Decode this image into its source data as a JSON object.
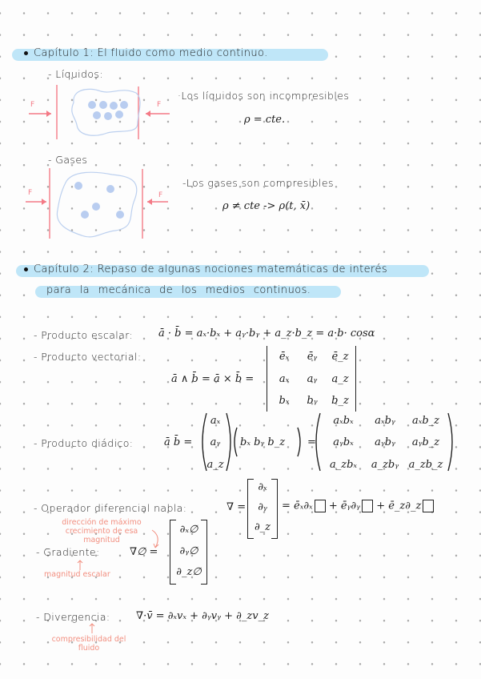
{
  "chapter1": {
    "title": "Capítulo 1: El fluido como medio continuo.",
    "liquids": {
      "label": "- Líquidos:",
      "note": "·Los líquidos son incompresibles",
      "formula": "ρ = cte.",
      "force_label": "F"
    },
    "gases": {
      "label": "- Gases",
      "note": "-Los gases son compresibles",
      "formula": "ρ ≠ cte  ->  ρ(t, x̄)",
      "force_label": "F"
    }
  },
  "chapter2": {
    "title_line1": "Capítulo 2: Repaso de algunas nociones matemáticas de interés",
    "title_line2": "para la mecánica de los medios continuos.",
    "scalar_product": {
      "label": "- Producto escalar:",
      "formula": "ā · b̄ = aₓ·bₓ + aᵧ·bᵧ + a_z·b_z = a·b· cosα"
    },
    "vector_product": {
      "label": "- Producto vectorial:",
      "lhs": "ā ∧ b̄ = ā × b̄ =",
      "matrix": [
        [
          "ēₓ",
          "ēᵧ",
          "ē_z"
        ],
        [
          "aₓ",
          "aᵧ",
          "a_z"
        ],
        [
          "bₓ",
          "bᵧ",
          "b_z"
        ]
      ]
    },
    "dyadic_product": {
      "label": "- Producto diádico:",
      "lhs": "ā b̄ =",
      "column": [
        "aₓ",
        "aᵧ",
        "a_z"
      ],
      "row": "bₓ  bᵧ  b_z",
      "equals": "=",
      "matrix": [
        [
          "aₓbₓ",
          "aₓbᵧ",
          "aₓb_z"
        ],
        [
          "aᵧbₓ",
          "aᵧbᵧ",
          "aᵧb_z"
        ],
        [
          "a_zbₓ",
          "a_zbᵧ",
          "a_zb_z"
        ]
      ]
    },
    "nabla": {
      "label": "- Operador diferencial nabla:",
      "lhs": "∇ =",
      "vector": [
        "∂ₓ",
        "∂ᵧ",
        "∂_z"
      ],
      "rhs_terms": [
        "= ēₓ∂ₓ",
        "+ ēᵧ∂ᵧ",
        "+ ē_z∂_z"
      ]
    },
    "gradient": {
      "label": "- Gradiente:",
      "lhs": "∇∅ =",
      "vector": [
        "∂ₓ∅",
        "∂ᵧ∅",
        "∂_z∅"
      ],
      "note_top": "dirección de máximo crecimiento de esa magnitud",
      "note_bottom": "magnitud escalar"
    },
    "divergence": {
      "label": "- Divergencia:",
      "formula": "∇·v̄ = ∂ₓvₓ + ∂ᵧvᵧ + ∂_zv_z",
      "note": "compresibilidad del fluido"
    }
  },
  "colors": {
    "highlight": "#bfe6f8",
    "force_red": "#f47a86",
    "particle_blue": "#b9cdf0",
    "annotation": "#f28f80",
    "ink": "#1c1c1c",
    "grid_dot": "#a8a8a8"
  }
}
